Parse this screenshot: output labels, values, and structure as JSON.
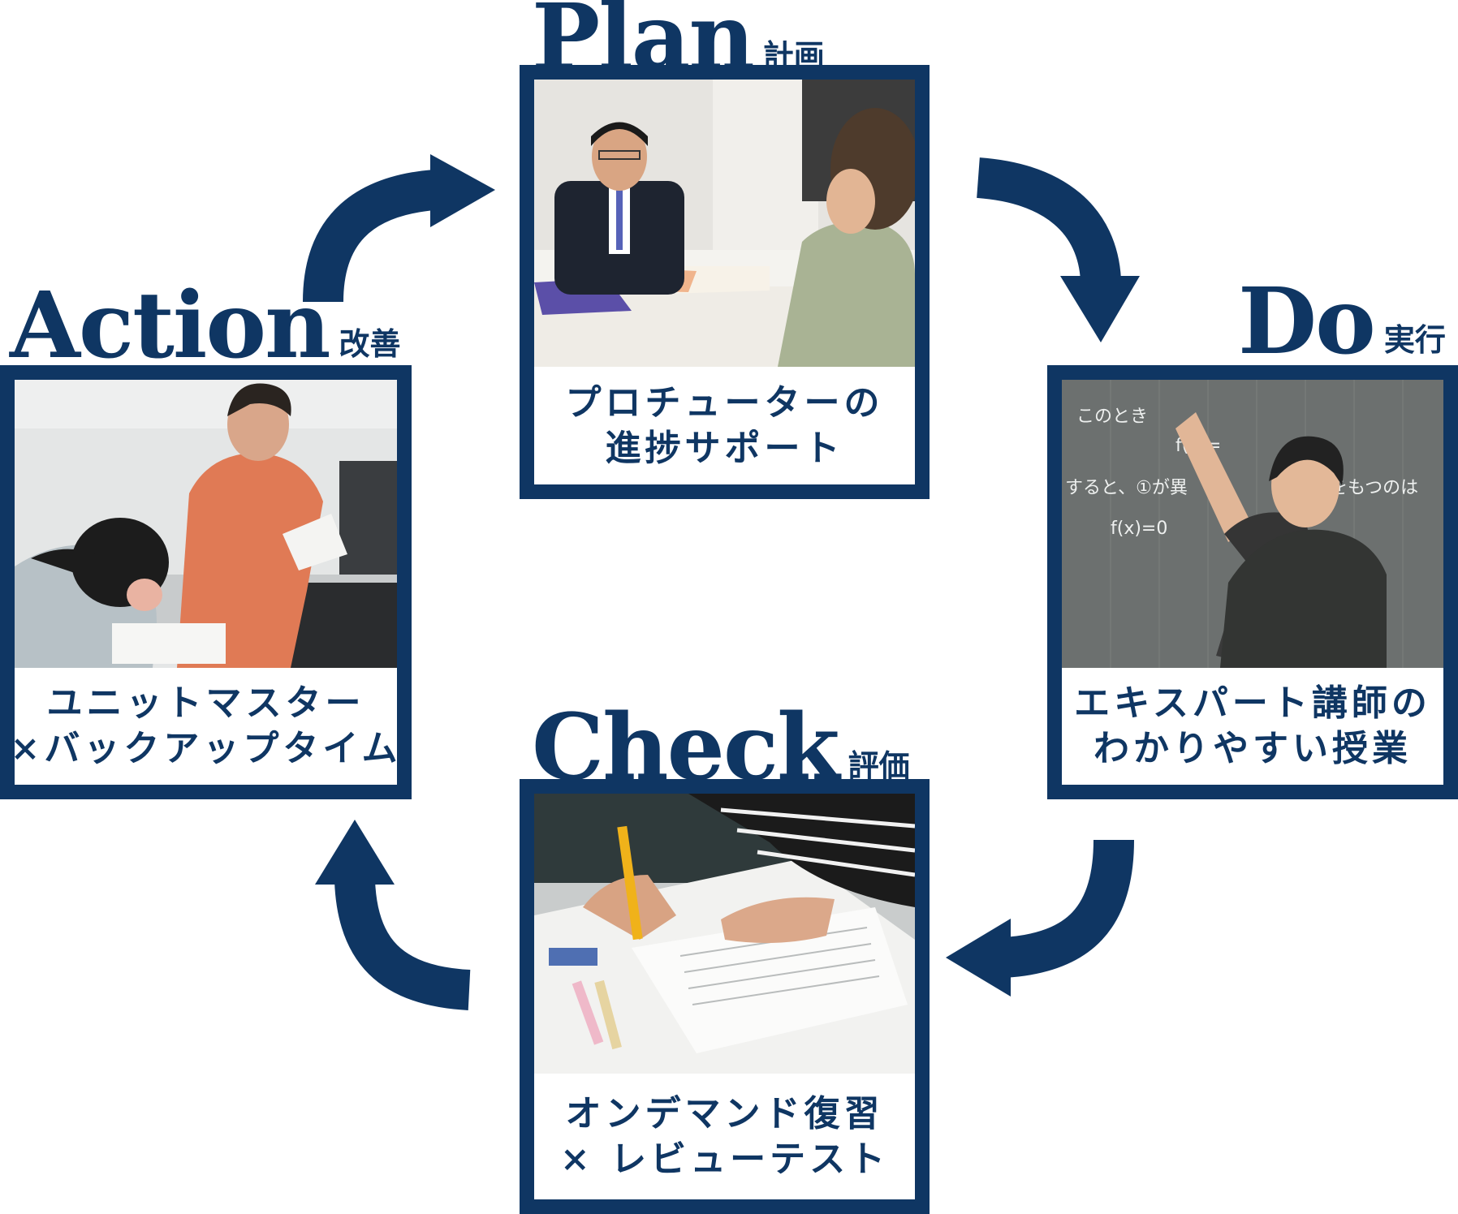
{
  "colors": {
    "navy": "#0f3663",
    "background": "#ffffff"
  },
  "steps": {
    "plan": {
      "title_en": "Plan",
      "title_ja": "計画",
      "caption_lines": [
        "プロチューターの",
        "進捗サポート"
      ]
    },
    "do": {
      "title_en": "Do",
      "title_ja": "実行",
      "caption_lines": [
        "エキスパート講師の",
        "わかりやすい授業"
      ]
    },
    "check": {
      "title_en": "Check",
      "title_ja": "評価",
      "caption_lines": [
        "オンデマンド復習",
        "× レビューテスト"
      ]
    },
    "action": {
      "title_en": "Action",
      "title_ja": "改善",
      "caption_lines": [
        "ユニットマスター",
        "×バックアップタイム"
      ]
    }
  },
  "photo_board_text": {
    "line1": "このとき",
    "line2": "f(x)=",
    "line3": "すると、①が異",
    "line4": "をもつのは",
    "line5": "f(x)=0"
  }
}
